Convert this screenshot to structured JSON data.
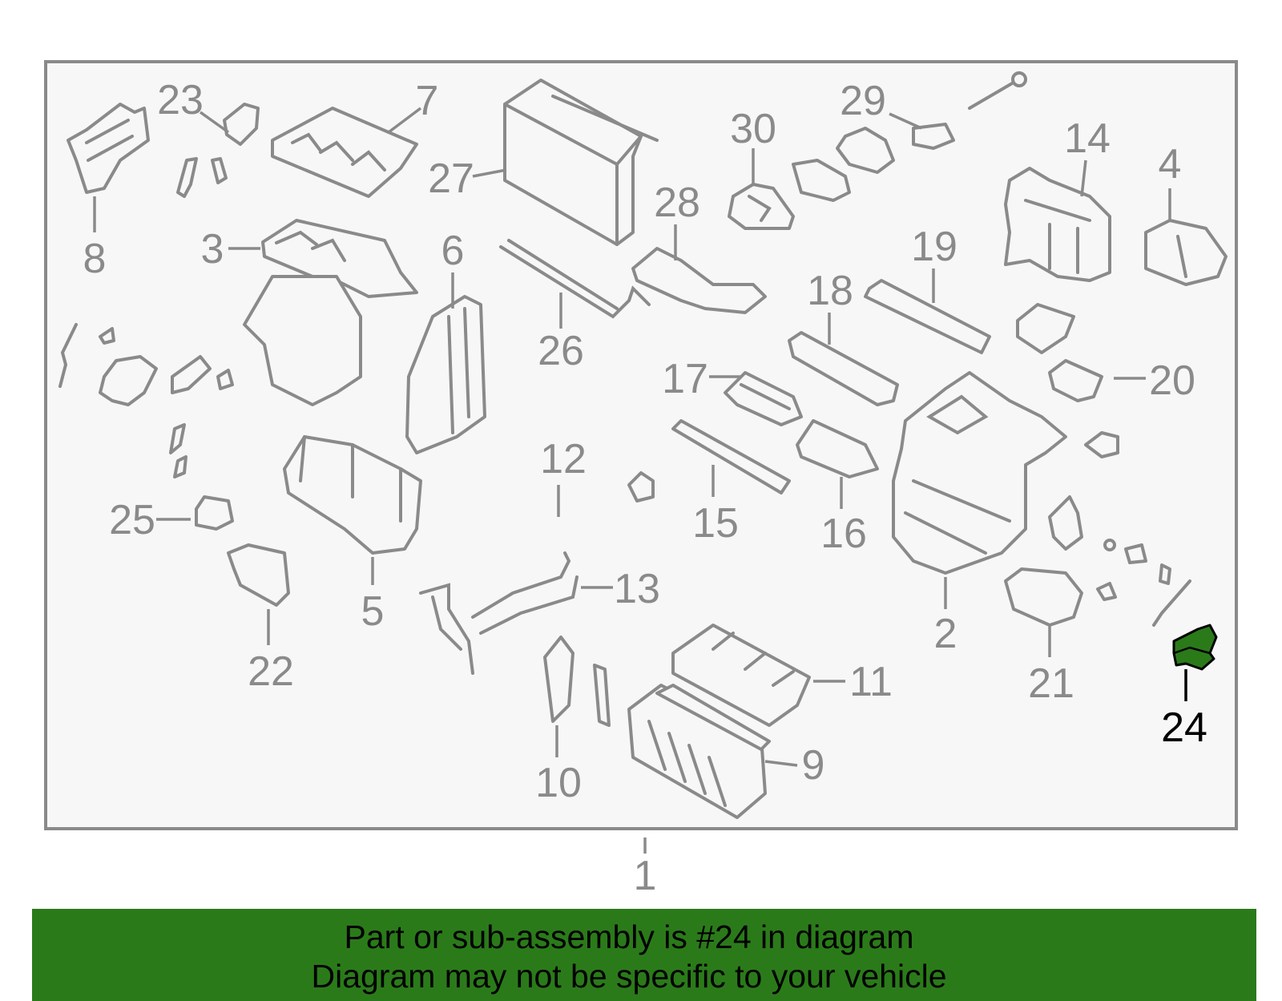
{
  "callouts": [
    {
      "id": "1",
      "highlighted": false
    },
    {
      "id": "2",
      "highlighted": false
    },
    {
      "id": "3",
      "highlighted": false
    },
    {
      "id": "4",
      "highlighted": false
    },
    {
      "id": "5",
      "highlighted": false
    },
    {
      "id": "6",
      "highlighted": false
    },
    {
      "id": "7",
      "highlighted": false
    },
    {
      "id": "8",
      "highlighted": false
    },
    {
      "id": "9",
      "highlighted": false
    },
    {
      "id": "10",
      "highlighted": false
    },
    {
      "id": "11",
      "highlighted": false
    },
    {
      "id": "12",
      "highlighted": false
    },
    {
      "id": "13",
      "highlighted": false
    },
    {
      "id": "14",
      "highlighted": false
    },
    {
      "id": "15",
      "highlighted": false
    },
    {
      "id": "16",
      "highlighted": false
    },
    {
      "id": "17",
      "highlighted": false
    },
    {
      "id": "18",
      "highlighted": false
    },
    {
      "id": "19",
      "highlighted": false
    },
    {
      "id": "20",
      "highlighted": false
    },
    {
      "id": "21",
      "highlighted": false
    },
    {
      "id": "22",
      "highlighted": false
    },
    {
      "id": "23",
      "highlighted": false
    },
    {
      "id": "24",
      "highlighted": true
    },
    {
      "id": "25",
      "highlighted": false
    },
    {
      "id": "26",
      "highlighted": false
    },
    {
      "id": "27",
      "highlighted": false
    },
    {
      "id": "28",
      "highlighted": false
    },
    {
      "id": "29",
      "highlighted": false
    },
    {
      "id": "30",
      "highlighted": false
    }
  ],
  "highlight_color": "#2b7a1a",
  "line_color": "#8a8a8a",
  "banner": {
    "line1": "Part or sub-assembly is #24 in diagram",
    "line2": "Diagram may not be specific to your vehicle",
    "background": "#2b7a1a"
  }
}
